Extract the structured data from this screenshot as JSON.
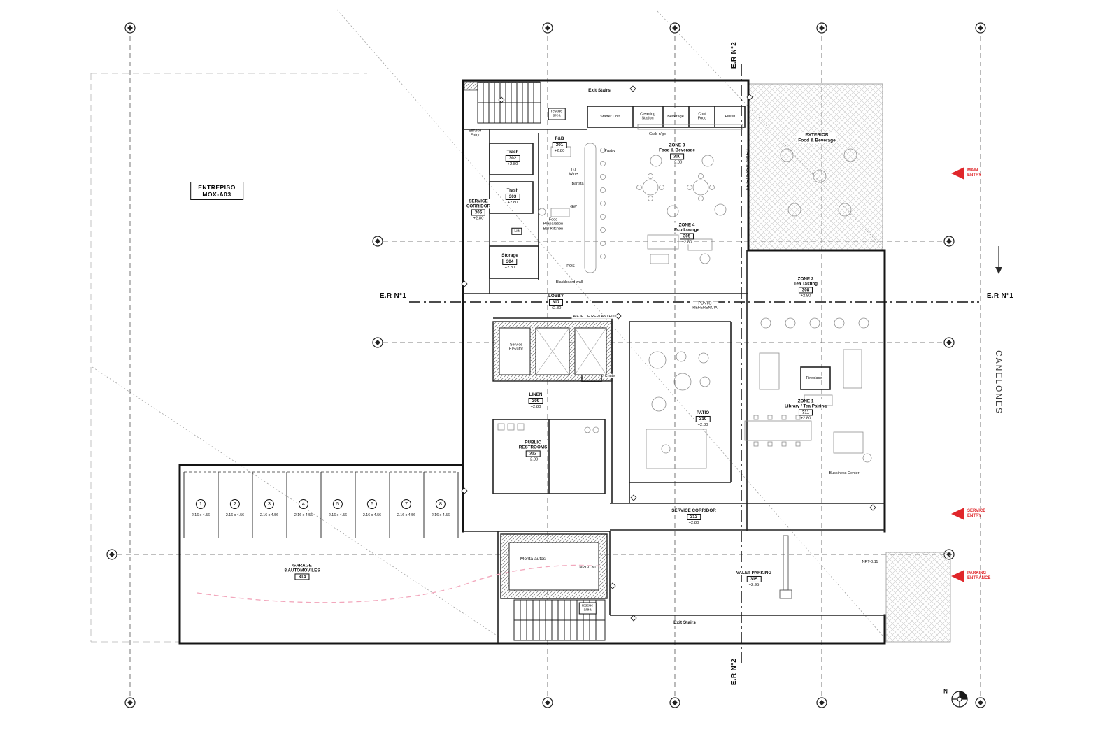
{
  "sheet": {
    "title_line1": "ENTREPISO",
    "title_line2": "MOX-A03"
  },
  "axes": {
    "er1": "E.R N°1",
    "er2": "E.R N°2"
  },
  "street": "CANELONES",
  "north": "N",
  "colors": {
    "entry_arrow": "#E0262A",
    "car_path": "#F2A7BC",
    "hatch": "#C9C9C9"
  },
  "entries": {
    "main": "MAIN\nENTRY",
    "service": "SERVICE\nENTRY",
    "parking": "PARKING\nENTRANCE"
  },
  "rooms": [
    {
      "name": "ZONE 3\nFood & Beverage",
      "number": "300",
      "level": "+2.80"
    },
    {
      "name": "F&B",
      "number": "301",
      "level": "+2.80"
    },
    {
      "name": "Trash",
      "number": "302",
      "level": "+2.80"
    },
    {
      "name": "Trash",
      "number": "303",
      "level": "+2.80"
    },
    {
      "name": "Storage",
      "number": "304",
      "level": "+2.80"
    },
    {
      "name": "ZONE 4\nEco Lounge",
      "number": "305",
      "level": "+2.80"
    },
    {
      "name": "SERVICE\nCORRIDOR",
      "number": "306",
      "level": "+2.80"
    },
    {
      "name": "LOBBY",
      "number": "307",
      "level": "+2.80"
    },
    {
      "name": "ZONE 2\nTea Tasting",
      "number": "308",
      "level": "+2.80"
    },
    {
      "name": "LINEN",
      "number": "309",
      "level": "+2.80"
    },
    {
      "name": "PATIO",
      "number": "310",
      "level": "+2.80"
    },
    {
      "name": "ZONE 1\nLibrary / Tea Pairing",
      "number": "311",
      "level": "+2.80"
    },
    {
      "name": "PUBLIC\nRESTROOMS",
      "number": "312",
      "level": "+2.80"
    },
    {
      "name": "SERVICE CORRIDOR",
      "number": "313",
      "level": "+2.80"
    },
    {
      "name": "GARAGE\n8 AUTOMOVILES",
      "number": "314",
      "level": ""
    },
    {
      "name": "VALET PARKING",
      "number": "315",
      "level": "+2.95"
    }
  ],
  "kitchen": {
    "stations": [
      "Starter Unit",
      "Cleaning\nStation",
      "Beverage",
      "Cool\nFood",
      "Finish"
    ],
    "notes": {
      "pastry": "Pastry",
      "grab": "Grab n'go",
      "dj_wine": "DJ\nWine",
      "barista": "Barista",
      "gw": "GW",
      "pos": "POS",
      "food_prep": "Food\nPreparation\nBar Kitchen",
      "blackboard": "Blackboard wall"
    }
  },
  "annotations": {
    "service_entry": "Service\nEntry",
    "exit_stairs": "Exit Stairs",
    "rescue_area": "rescue\narea",
    "lift": "Lift",
    "chute": "Chute",
    "elevator": "Service\nElevator",
    "fireplace": "Fireplace",
    "business_center": "Bussiness Center",
    "monta_autos": "Monta-autos",
    "exterior_fnb": "EXTERIOR\nFood & Beverage",
    "eje_replanteo": "A EJE DE REPLANTEO",
    "punto": "PUNTO\nREFERENCIA",
    "npt_030": "NPT-0.30",
    "npt_011": "NPT-0.11"
  },
  "parking": {
    "stalls": [
      {
        "n": "1",
        "dim": "2.16 x 4.56"
      },
      {
        "n": "2",
        "dim": "2.16 x 4.56"
      },
      {
        "n": "3",
        "dim": "2.16 x 4.56"
      },
      {
        "n": "4",
        "dim": "2.16 x 4.56"
      },
      {
        "n": "5",
        "dim": "2.16 x 4.56"
      },
      {
        "n": "6",
        "dim": "2.16 x 4.56"
      },
      {
        "n": "7",
        "dim": "2.16 x 4.56"
      },
      {
        "n": "8",
        "dim": "2.16 x 4.56"
      }
    ]
  }
}
